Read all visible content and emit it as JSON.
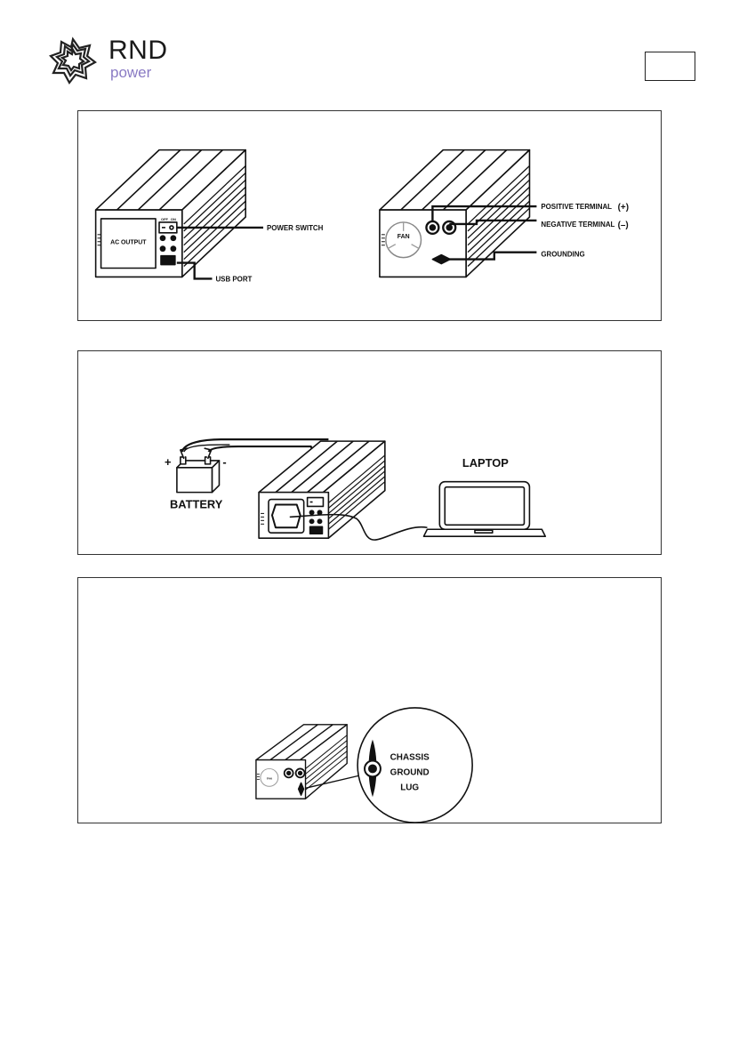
{
  "brand": {
    "name": "RND",
    "sub": "power"
  },
  "figure1": {
    "front": {
      "ac_output": "AC OUTPUT",
      "switch_off": "OFF",
      "switch_on": "ON",
      "power_switch": "POWER SWITCH",
      "usb_port": "USB PORT"
    },
    "back": {
      "fan": "FAN",
      "positive_terminal": "POSITIVE TERMINAL",
      "positive_sign": "(+)",
      "negative_terminal": "NEGATIVE TERMINAL",
      "negative_sign": "(–)",
      "grounding": "GROUNDING"
    }
  },
  "figure2": {
    "plus": "+",
    "minus": "-",
    "battery": "BATTERY",
    "laptop": "LAPTOP"
  },
  "figure3": {
    "fan": "FAN",
    "chassis": "CHASSIS",
    "ground": "GROUND",
    "lug": "LUG"
  }
}
